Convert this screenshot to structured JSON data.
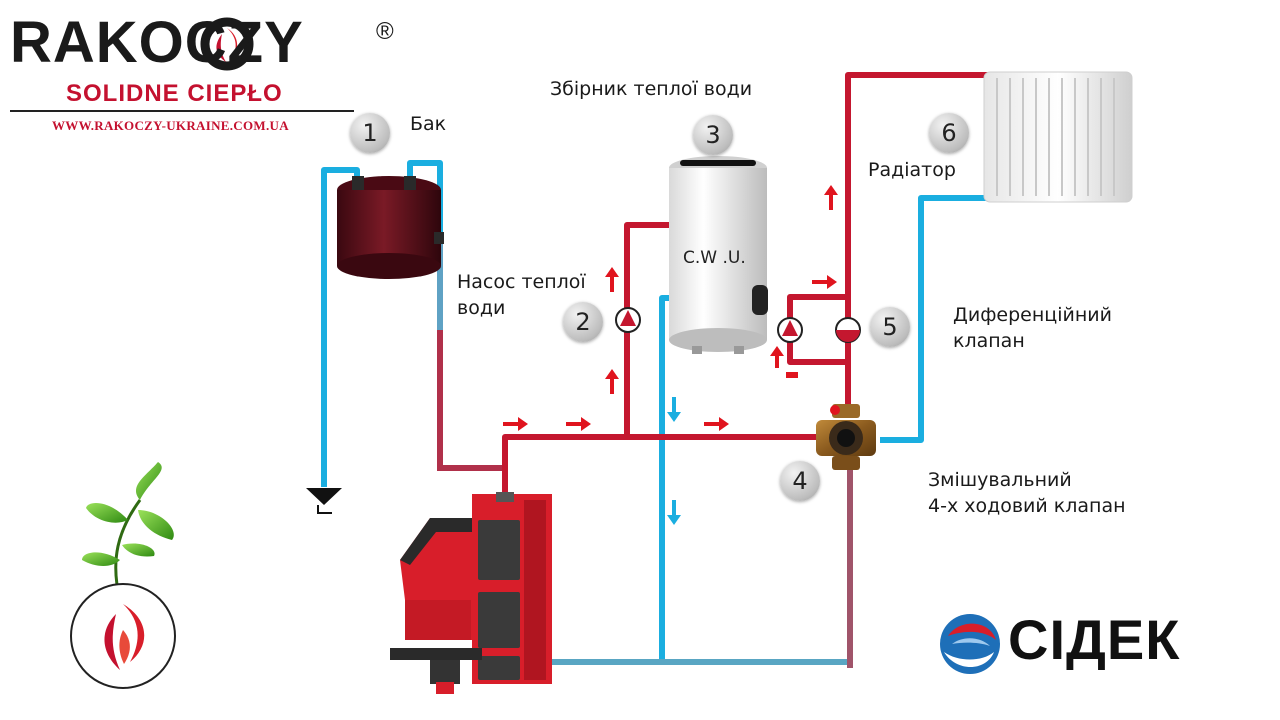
{
  "brand": {
    "name": "RAKOCZY",
    "registered": "®",
    "tagline": "SOLIDNE CIEPŁO",
    "url": "WWW.RAKOCZY-UKRAINE.COM.UA"
  },
  "partner": {
    "name": "СІДЕК"
  },
  "components": [
    {
      "number": "1",
      "label": "Бак"
    },
    {
      "number": "2",
      "label_lines": [
        "Насос теплої",
        "води"
      ]
    },
    {
      "number": "3",
      "label": "Збірник теплої води",
      "tank_text": "C.W .U."
    },
    {
      "number": "4",
      "label_lines": [
        "Змішувальний",
        "4-х ходовий клапан"
      ]
    },
    {
      "number": "5",
      "label_lines": [
        "Диференційний",
        "клапан"
      ]
    },
    {
      "number": "6",
      "label": "Радіатор"
    }
  ],
  "colors": {
    "supply_pipe": "#c4172f",
    "return_pipe": "#1aaee0",
    "brand_red": "#c4112f",
    "boiler_red": "#d81e2a",
    "expansion_tank": "#5a0f18",
    "leaf_green": "#5fbf2a"
  }
}
